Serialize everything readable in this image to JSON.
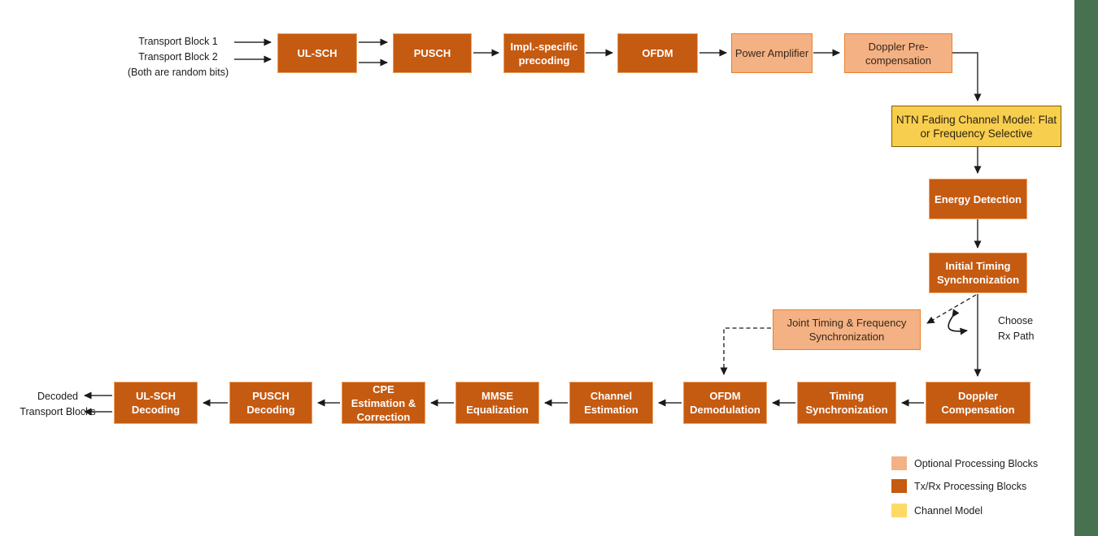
{
  "diagram_title": "NTN PUSCH Tx/Rx processing chain block diagram",
  "blocks": [
    {
      "id": "ul-sch",
      "label": "UL-SCH",
      "type": "txrx"
    },
    {
      "id": "pusch",
      "label": "PUSCH",
      "type": "txrx"
    },
    {
      "id": "impl-precoding",
      "label": "Impl.-specific precoding",
      "type": "txrx"
    },
    {
      "id": "ofdm",
      "label": "OFDM",
      "type": "txrx"
    },
    {
      "id": "power-amplifier",
      "label": "Power Amplifier",
      "type": "optional"
    },
    {
      "id": "doppler-precomp",
      "label": "Doppler Pre-compensation",
      "type": "optional"
    },
    {
      "id": "ntn-fading-channel",
      "label": "NTN Fading Channel Model: Flat or Frequency Selective",
      "type": "channel"
    },
    {
      "id": "energy-detection",
      "label": "Energy Detection",
      "type": "txrx"
    },
    {
      "id": "initial-timing-sync",
      "label": "Initial Timing Synchronization",
      "type": "txrx"
    },
    {
      "id": "joint-timing-freq",
      "label": "Joint Timing & Frequency Synchronization",
      "type": "optional"
    },
    {
      "id": "doppler-comp",
      "label": "Doppler Compensation",
      "type": "txrx"
    },
    {
      "id": "timing-sync",
      "label": "Timing Synchronization",
      "type": "txrx"
    },
    {
      "id": "ofdm-demod",
      "label": "OFDM Demodulation",
      "type": "txrx"
    },
    {
      "id": "channel-est",
      "label": "Channel Estimation",
      "type": "txrx"
    },
    {
      "id": "mmse-eq",
      "label": "MMSE Equalization",
      "type": "txrx"
    },
    {
      "id": "cpe-est",
      "label": "CPE Estimation & Correction",
      "type": "txrx"
    },
    {
      "id": "pusch-decoding",
      "label": "PUSCH Decoding",
      "type": "txrx"
    },
    {
      "id": "ul-sch-decoding",
      "label": "UL-SCH Decoding",
      "type": "txrx"
    }
  ],
  "annotations": {
    "input_line1": "Transport Block 1",
    "input_line2": "Transport Block 2",
    "input_line3": "(Both are random bits)",
    "output_line1": "Decoded",
    "output_line2": "Transport Blocks",
    "choose_rx_line1": "Choose",
    "choose_rx_line2": "Rx Path"
  },
  "legend": [
    {
      "label": "Optional Processing Blocks",
      "color": "#F4B183"
    },
    {
      "label": "Tx/Rx Processing Blocks",
      "color": "#C55A11"
    },
    {
      "label": "Channel Model",
      "color": "#FFD966"
    }
  ],
  "colors": {
    "txrx_fill": "#C55A11",
    "txrx_border": "#EDA263",
    "optional_fill": "#F4B183",
    "optional_border": "#E8812E",
    "channel_fill": "#F8CE4F",
    "channel_border": "#7F6000",
    "right_strip_green": "#47714F",
    "connector": "#4D4D4D",
    "arrowhead": "#1A1A1A"
  }
}
